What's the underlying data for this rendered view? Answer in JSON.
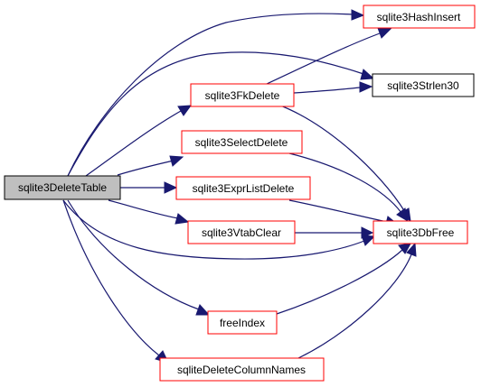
{
  "graph": {
    "direction": "left-to-right",
    "edge_color": "#191970",
    "nodes": {
      "root": {
        "label": "sqlite3DeleteTable",
        "fill": "#bfbfbf",
        "border": "#000000"
      },
      "hashinsert": {
        "label": "sqlite3HashInsert",
        "fill": "#ffffff",
        "border": "#ff0000"
      },
      "strlen30": {
        "label": "sqlite3Strlen30",
        "fill": "#ffffff",
        "border": "#000000"
      },
      "fkdelete": {
        "label": "sqlite3FkDelete",
        "fill": "#ffffff",
        "border": "#ff0000"
      },
      "selectdelete": {
        "label": "sqlite3SelectDelete",
        "fill": "#ffffff",
        "border": "#ff0000"
      },
      "exprlistdelete": {
        "label": "sqlite3ExprListDelete",
        "fill": "#ffffff",
        "border": "#ff0000"
      },
      "vtabclear": {
        "label": "sqlite3VtabClear",
        "fill": "#ffffff",
        "border": "#ff0000"
      },
      "dbfree": {
        "label": "sqlite3DbFree",
        "fill": "#ffffff",
        "border": "#ff0000"
      },
      "freeindex": {
        "label": "freeIndex",
        "fill": "#ffffff",
        "border": "#ff0000"
      },
      "deletecolumnnames": {
        "label": "sqliteDeleteColumnNames",
        "fill": "#ffffff",
        "border": "#ff0000"
      }
    },
    "edges": [
      {
        "from": "root",
        "to": "hashinsert"
      },
      {
        "from": "root",
        "to": "strlen30"
      },
      {
        "from": "root",
        "to": "fkdelete"
      },
      {
        "from": "root",
        "to": "selectdelete"
      },
      {
        "from": "root",
        "to": "exprlistdelete"
      },
      {
        "from": "root",
        "to": "vtabclear"
      },
      {
        "from": "root",
        "to": "dbfree"
      },
      {
        "from": "root",
        "to": "freeindex"
      },
      {
        "from": "root",
        "to": "deletecolumnnames"
      },
      {
        "from": "fkdelete",
        "to": "hashinsert"
      },
      {
        "from": "fkdelete",
        "to": "strlen30"
      },
      {
        "from": "fkdelete",
        "to": "dbfree"
      },
      {
        "from": "selectdelete",
        "to": "dbfree"
      },
      {
        "from": "exprlistdelete",
        "to": "dbfree"
      },
      {
        "from": "vtabclear",
        "to": "dbfree"
      },
      {
        "from": "freeindex",
        "to": "dbfree"
      },
      {
        "from": "deletecolumnnames",
        "to": "dbfree"
      }
    ]
  }
}
